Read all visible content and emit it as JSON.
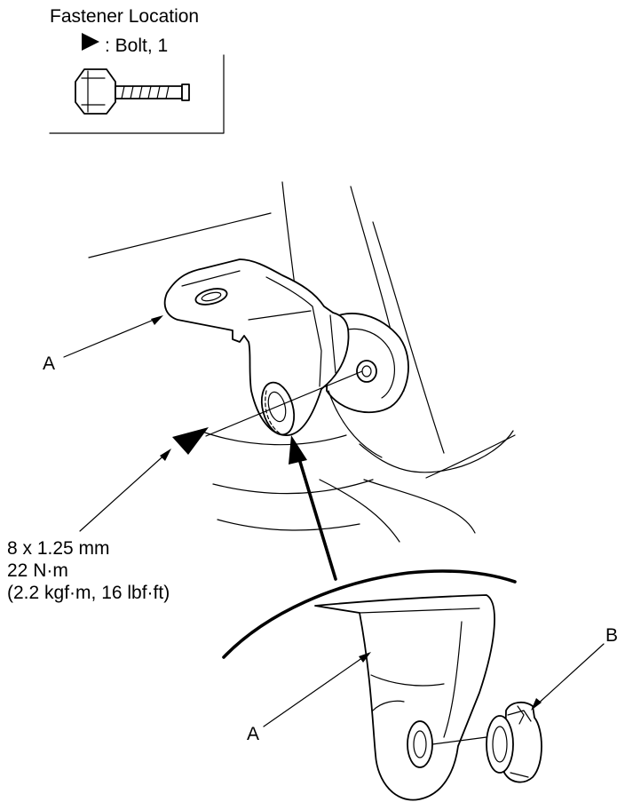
{
  "legend": {
    "title": "Fastener Location",
    "bolt_label": ": Bolt, 1"
  },
  "spec": {
    "line1": "8 x 1.25 mm",
    "line2": "22 N·m",
    "line3": "(2.2 kgf·m, 16 lbf·ft)"
  },
  "callouts": {
    "a_upper": "A",
    "a_lower": "A",
    "b": "B"
  }
}
